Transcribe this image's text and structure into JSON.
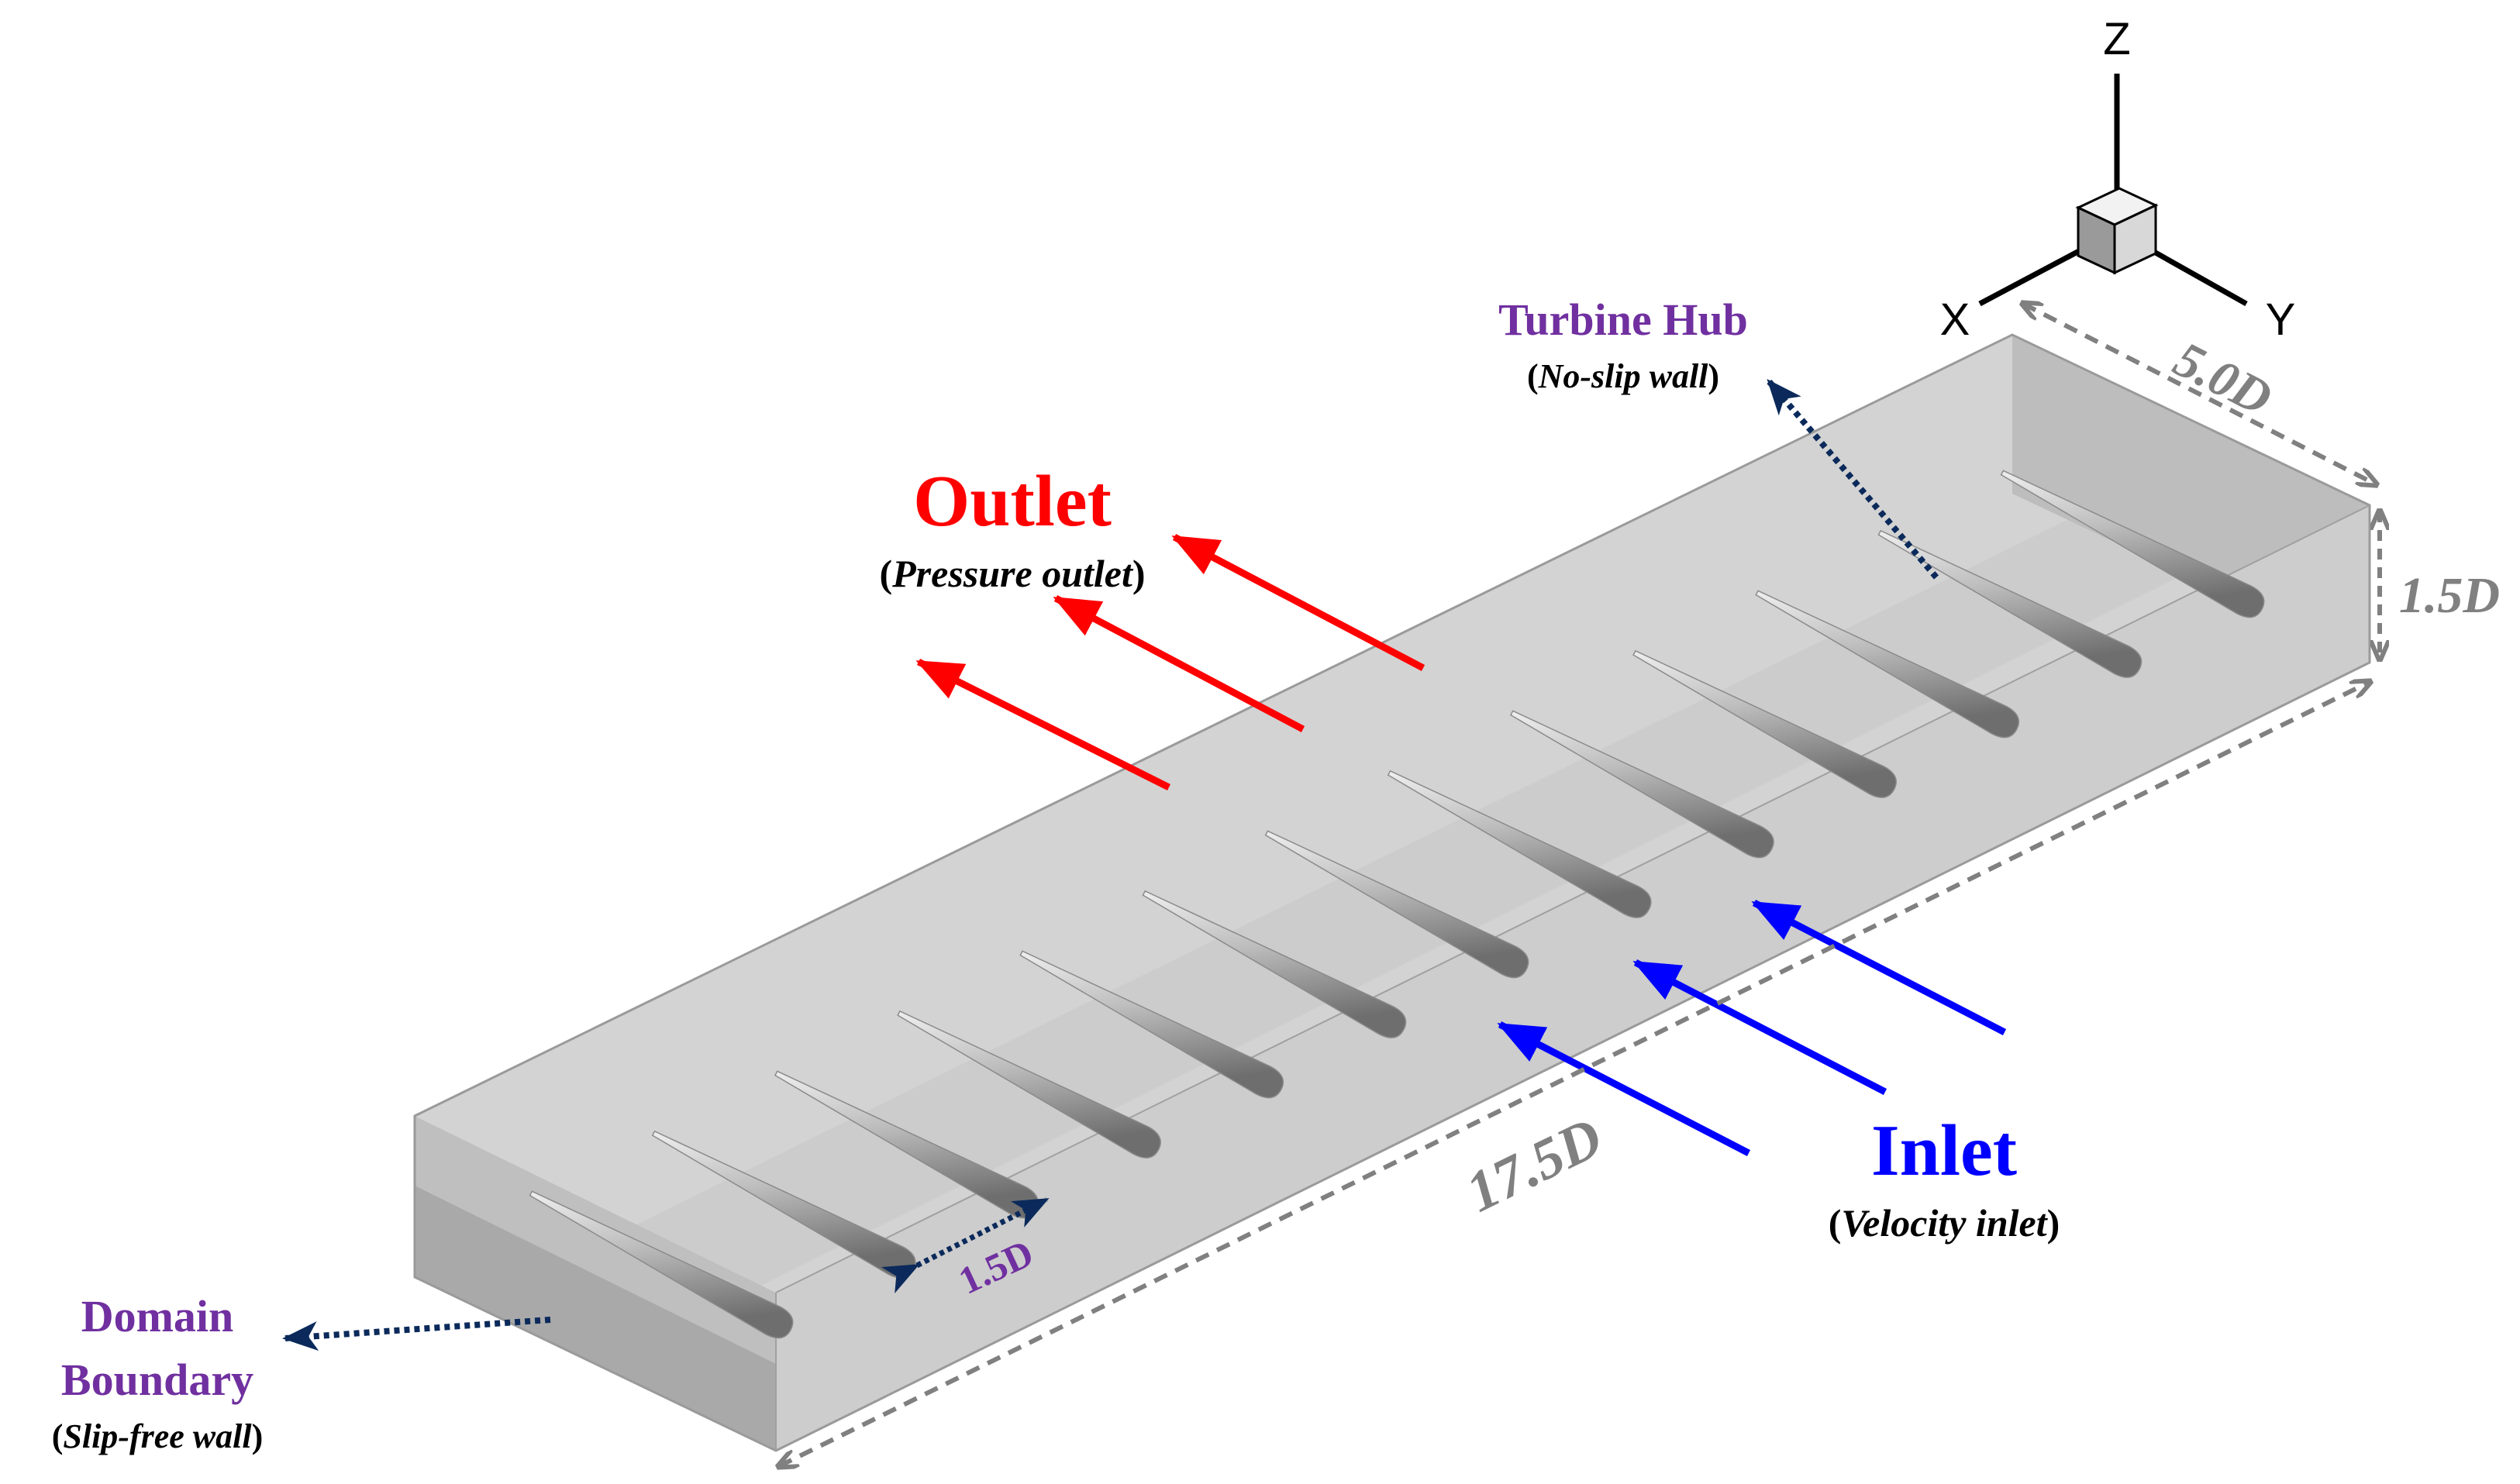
{
  "labels": {
    "outlet_title": "Outlet",
    "outlet_paren_open": "(",
    "outlet_sub": "Pressure  outlet",
    "outlet_paren_close": ")",
    "inlet_title": "Inlet",
    "inlet_paren_open": "(",
    "inlet_sub": "Velocity  inlet",
    "inlet_paren_close": ")",
    "hub_title": "Turbine Hub",
    "hub_paren_open": "(",
    "hub_sub": "No-slip wall",
    "hub_paren_close": ")",
    "domain_line1": "Domain",
    "domain_line2": "Boundary",
    "domain_paren_open": "(",
    "domain_sub": "Slip-free wall",
    "domain_paren_close": ")"
  },
  "dimensions": {
    "length": "17.5D",
    "width": "5.0D",
    "height": "1.5D",
    "spacing": "1.5D"
  },
  "axes": {
    "x": "X",
    "y": "Y",
    "z": "Z"
  },
  "colors": {
    "outlet": "#ff0000",
    "inlet": "#0000ff",
    "label_purple": "#7030a0",
    "pointer": "#0b2a5b",
    "dimension": "#808080",
    "hub": "#b4b4b4"
  },
  "hubs": {
    "count": 13
  }
}
